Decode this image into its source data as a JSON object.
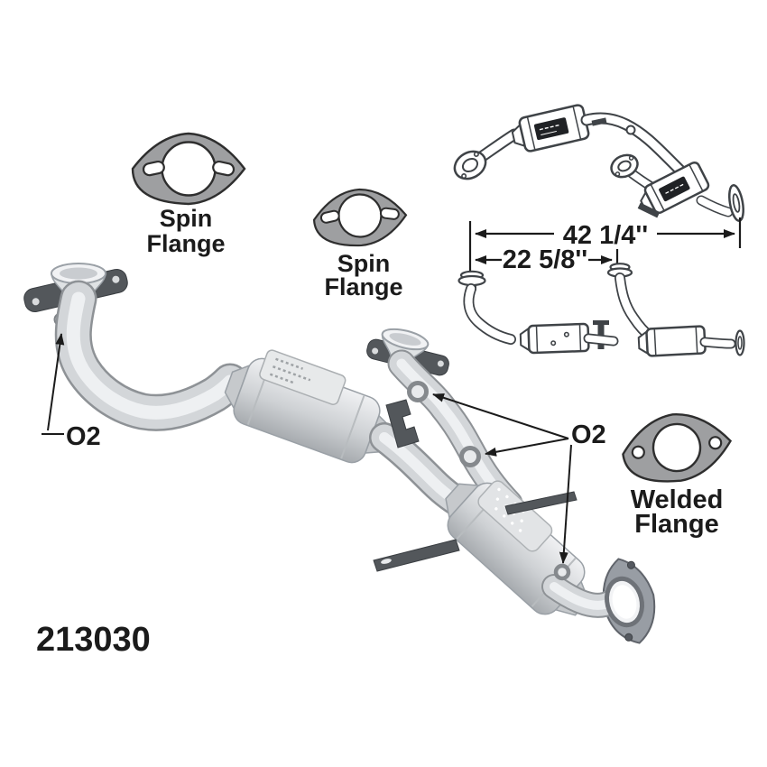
{
  "part": {
    "number": "213030"
  },
  "callouts": {
    "gasket_spin_1": {
      "line1": "Spin",
      "line2": "Flange"
    },
    "gasket_spin_2": {
      "line1": "Spin",
      "line2": "Flange"
    },
    "gasket_welded": {
      "line1": "Welded",
      "line2": "Flange"
    },
    "o2_left": "O2",
    "o2_right": "O2"
  },
  "dimensions": {
    "overall_length": "42 1/4''",
    "partial_length": "22 5/8''"
  },
  "colors": {
    "background": "#ffffff",
    "ink": "#1b1b1b",
    "gasket_fill": "#9e9fa1",
    "gasket_outline": "#2e2e2e",
    "pipe_edge": "#8e9296",
    "pipe_mid": "#d3d6d9",
    "pipe_highlight": "#eef0f2",
    "dark_metal": "#53575b",
    "lineart_stroke": "#3f4347"
  }
}
